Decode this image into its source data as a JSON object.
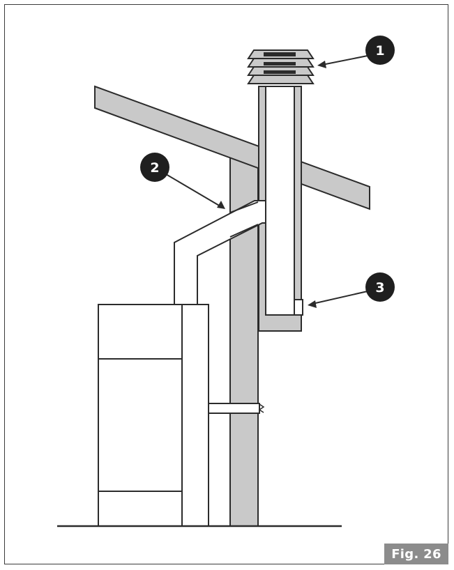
{
  "figure": {
    "label": "Fig. 26"
  },
  "callouts": [
    {
      "number": "1"
    },
    {
      "number": "2"
    },
    {
      "number": "3"
    }
  ],
  "colors": {
    "stroke": "#2b2b2b",
    "fill_gray": "#c9c9c9",
    "badge": "#1f1f1f",
    "fig_label_bg": "#8c8c8c"
  }
}
